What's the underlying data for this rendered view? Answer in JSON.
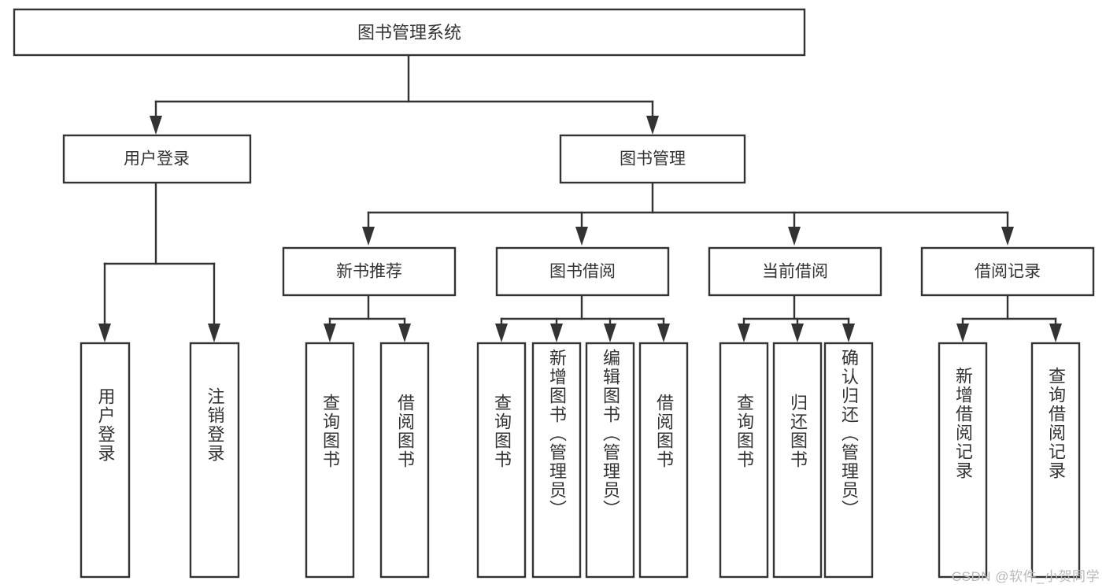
{
  "diagram": {
    "type": "tree-hierarchy",
    "title": "图书管理系统",
    "orientation": "top-down",
    "colors": {
      "box_stroke": "#333333",
      "box_fill": "#ffffff",
      "connector": "#333333",
      "background": "#ffffff",
      "watermark_text": "#b9b9b9"
    },
    "levels": {
      "root": {
        "label": "图书管理系统"
      },
      "level2": [
        {
          "label": "用户登录"
        },
        {
          "label": "图书管理"
        }
      ],
      "level3": [
        {
          "label": "新书推荐"
        },
        {
          "label": "图书借阅"
        },
        {
          "label": "当前借阅"
        },
        {
          "label": "借阅记录"
        }
      ],
      "leaves": {
        "user_login": [
          {
            "label": "用户登录"
          },
          {
            "label": "注销登录"
          }
        ],
        "new_book_recommend": [
          {
            "label": "查询图书"
          },
          {
            "label": "借阅图书"
          }
        ],
        "book_borrow": [
          {
            "label": "查询图书"
          },
          {
            "label": "新增图书（管理员）"
          },
          {
            "label": "编辑图书（管理员）"
          },
          {
            "label": "借阅图书"
          }
        ],
        "current_borrow": [
          {
            "label": "查询图书"
          },
          {
            "label": "归还图书"
          },
          {
            "label": "确认归还（管理员）"
          }
        ],
        "borrow_record": [
          {
            "label": "新增借阅记录"
          },
          {
            "label": "查询借阅记录"
          }
        ]
      }
    }
  },
  "watermark": {
    "text": "CSDN @软件_小贺同学"
  }
}
